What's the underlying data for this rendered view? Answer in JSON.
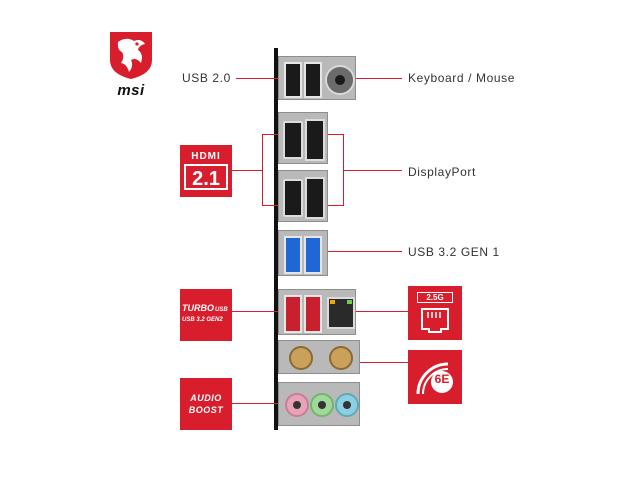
{
  "brand": {
    "wordmark": "msi",
    "brand_color": "#d81e2c"
  },
  "labels": {
    "usb2": "USB 2.0",
    "keyboard_mouse": "Keyboard / Mouse",
    "displayport": "DisplayPort",
    "usb32": "USB 3.2 GEN 1"
  },
  "badges": {
    "hdmi": {
      "line1": "HDMI",
      "line2": "2.1"
    },
    "turbo_usb": {
      "line1": "TURBO",
      "line1b": "USB",
      "line2": "USB 3.2 GEN2"
    },
    "lan": {
      "label": "2.5G"
    },
    "wifi": {
      "label": "6E"
    },
    "audio": {
      "line1": "AUDIO",
      "line2": "BOOST"
    }
  }
}
